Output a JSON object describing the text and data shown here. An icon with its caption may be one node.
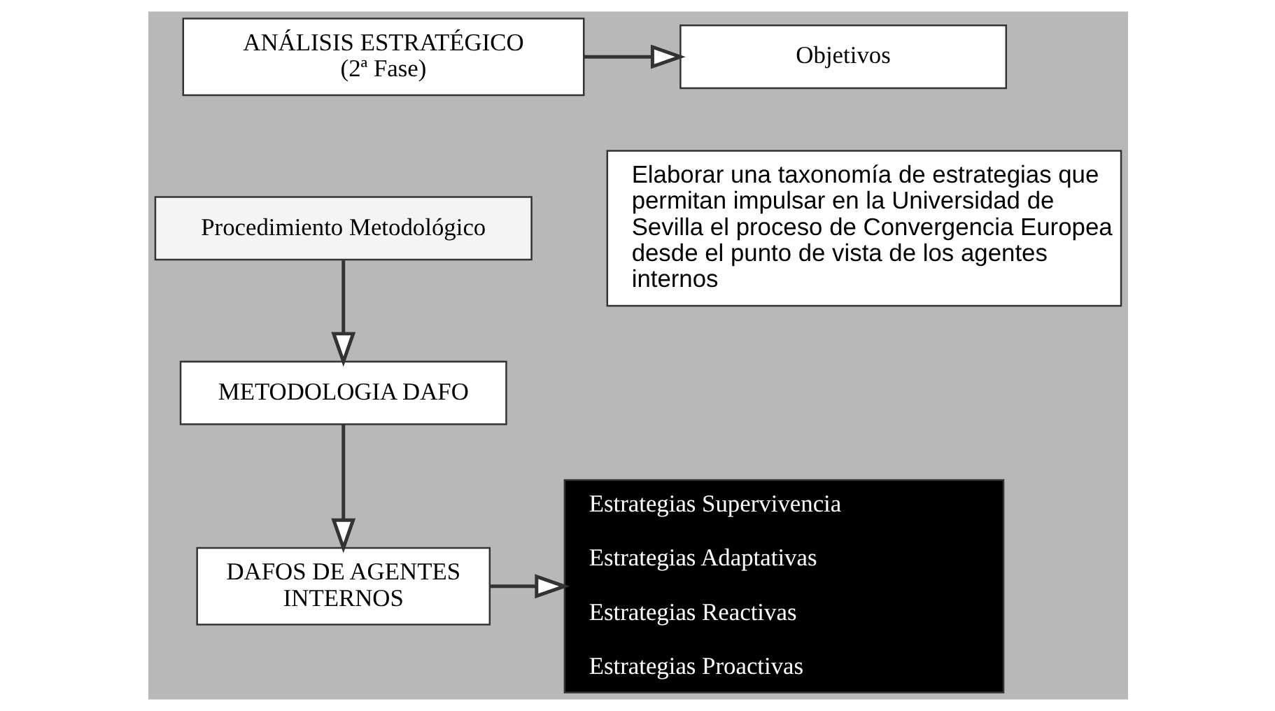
{
  "diagram": {
    "nodes": [
      {
        "text": [
          "ANÁLISIS ESTRATÉGICO",
          "(2ª Fase)"
        ]
      },
      {
        "text": [
          "Objetivos"
        ]
      },
      {
        "text": [
          "Procedimiento Metodológico"
        ]
      },
      {
        "text": [
          "METODOLOGIA DAFO"
        ]
      },
      {
        "text": [
          "Elaborar una taxonomía de estrategias que permitan impulsar en la Universidad de Sevilla el proceso de Convergencia Europea desde el punto de vista de los agentes internos"
        ]
      },
      {
        "text": [
          "DAFOS DE AGENTES INTERNOS"
        ]
      },
      {
        "text": [
          "Estrategias Supervivencia",
          "Estrategias Adaptativas",
          "Estrategias Reactivas",
          "Estrategias Proactivas"
        ]
      }
    ],
    "edges": [
      {
        "from": 0,
        "to": 1,
        "arrow": "to"
      },
      {
        "from": 2,
        "to": 3,
        "arrow": "to"
      },
      {
        "from": 3,
        "to": 5,
        "arrow": "to"
      },
      {
        "from": 5,
        "to": 6,
        "arrow": "to"
      }
    ]
  }
}
